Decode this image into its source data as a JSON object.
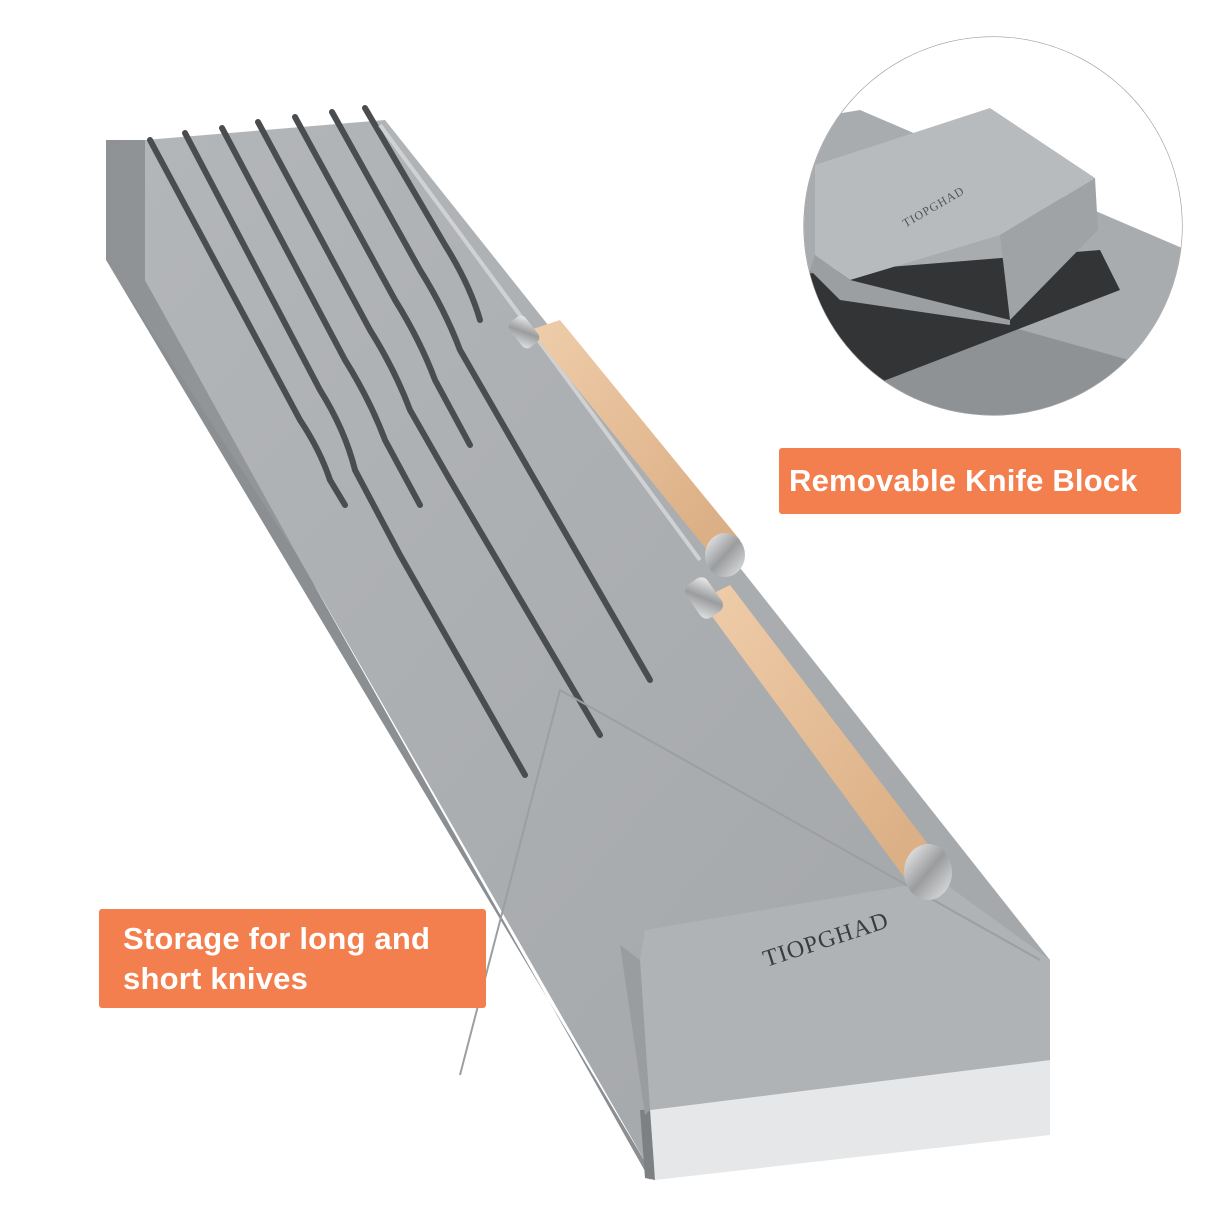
{
  "labels": {
    "removable": "Removable Knife Block",
    "storage_line1": "Storage for long and",
    "storage_line2": "short knives"
  },
  "brand": {
    "main_engraving": "TIOPGHAD",
    "inset_engraving": "TIOPGHAD"
  },
  "product": {
    "slot_count": 7,
    "knife_count": 2,
    "body_color": "#a9acaf",
    "slot_color": "#4a4d50",
    "handle_color": "#e2b893",
    "label_color": "#f47f4e"
  }
}
